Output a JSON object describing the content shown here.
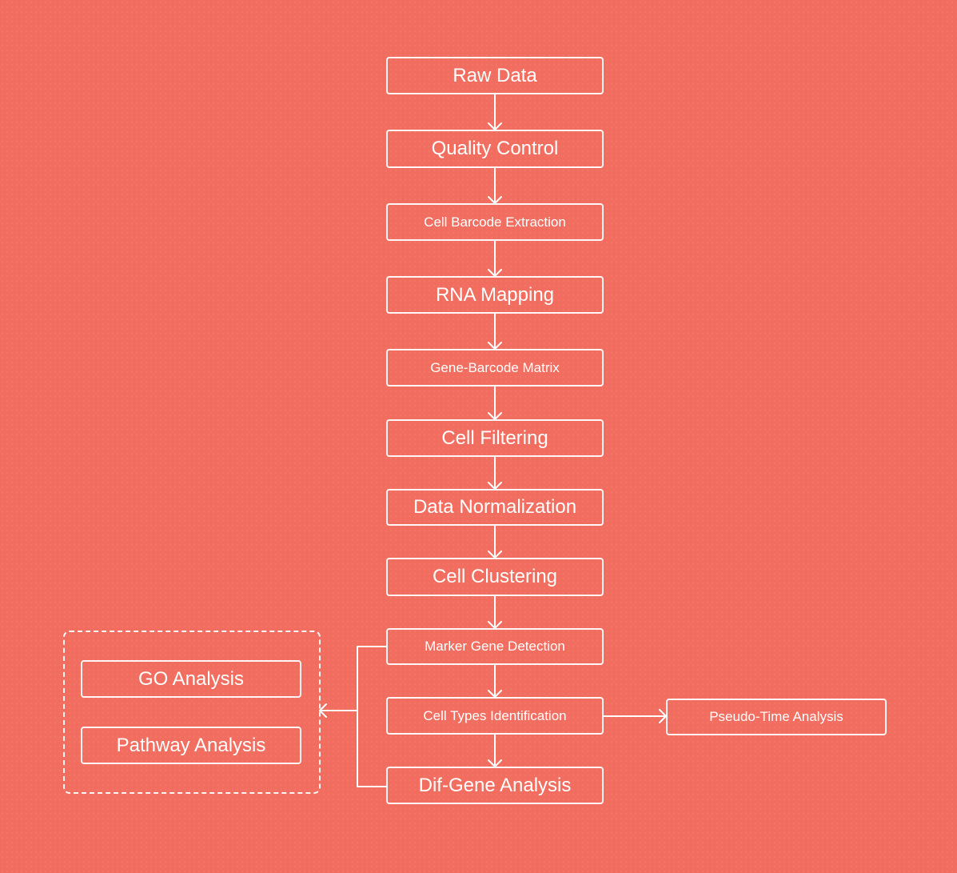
{
  "diagram": {
    "steps": [
      "Raw Data",
      "Quality Control",
      "Cell Barcode Extraction",
      "RNA Mapping",
      "Gene-Barcode Matrix",
      "Cell Filtering",
      "Data Normalization",
      "Cell Clustering",
      "Marker Gene Detection",
      "Cell Types Identification",
      "Dif-Gene Analysis"
    ],
    "side_branch": "Pseudo-Time Analysis",
    "enrichment_group": [
      "GO Analysis",
      "Pathway Analysis"
    ]
  },
  "colors": {
    "background": "#f16d5f",
    "stroke": "#ffffff"
  }
}
